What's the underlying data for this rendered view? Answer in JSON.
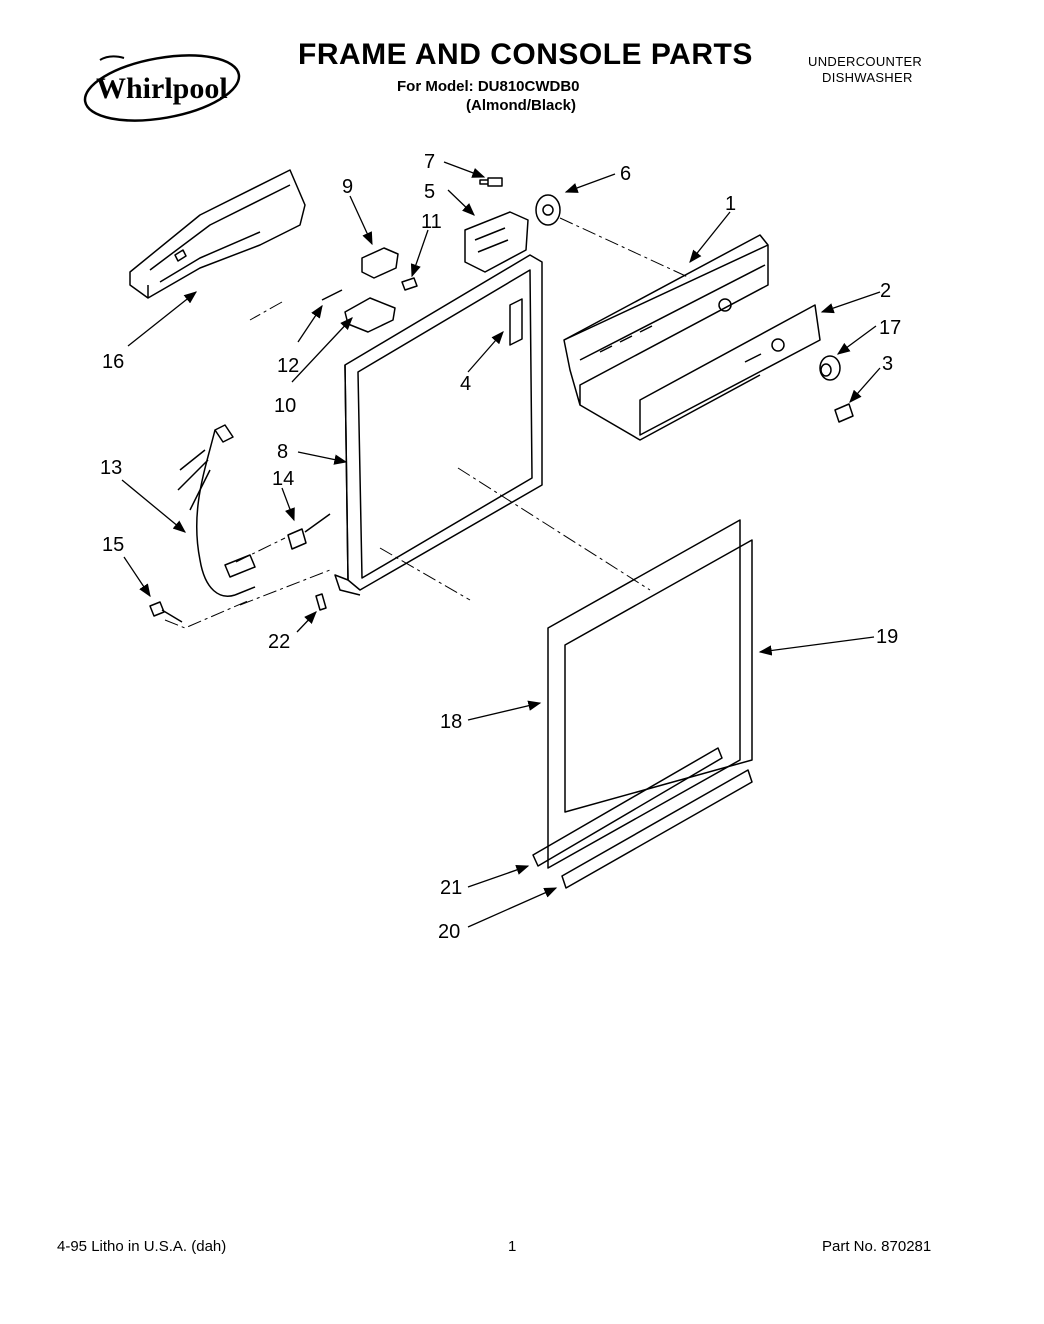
{
  "header": {
    "brand": "Whirlpool",
    "title": "FRAME AND CONSOLE PARTS",
    "model_line": "For Model: DU810CWDB0",
    "variant": "(Almond/Black)",
    "category_line1": "UNDERCOUNTER",
    "category_line2": "DISHWASHER"
  },
  "footer": {
    "left": "4-95  Litho in U.S.A. (dah)",
    "page": "1",
    "part_no": "Part No. 870281"
  },
  "callouts": [
    "1",
    "2",
    "3",
    "4",
    "5",
    "6",
    "7",
    "8",
    "9",
    "10",
    "11",
    "12",
    "13",
    "14",
    "15",
    "16",
    "17",
    "18",
    "19",
    "20",
    "21",
    "22"
  ]
}
